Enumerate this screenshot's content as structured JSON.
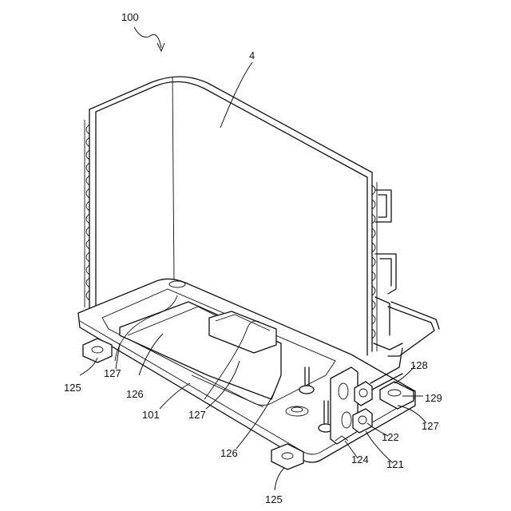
{
  "figure": {
    "ref_main": "100",
    "labels": [
      {
        "id": "l4",
        "text": "4"
      },
      {
        "id": "l101",
        "text": "101"
      },
      {
        "id": "l121",
        "text": "121"
      },
      {
        "id": "l122",
        "text": "122"
      },
      {
        "id": "l124",
        "text": "124"
      },
      {
        "id": "l125a",
        "text": "125"
      },
      {
        "id": "l125b",
        "text": "125"
      },
      {
        "id": "l126a",
        "text": "126"
      },
      {
        "id": "l126b",
        "text": "126"
      },
      {
        "id": "l127a",
        "text": "127"
      },
      {
        "id": "l127b",
        "text": "127"
      },
      {
        "id": "l127c",
        "text": "127"
      },
      {
        "id": "l128",
        "text": "128"
      },
      {
        "id": "l129",
        "text": "129"
      }
    ]
  }
}
